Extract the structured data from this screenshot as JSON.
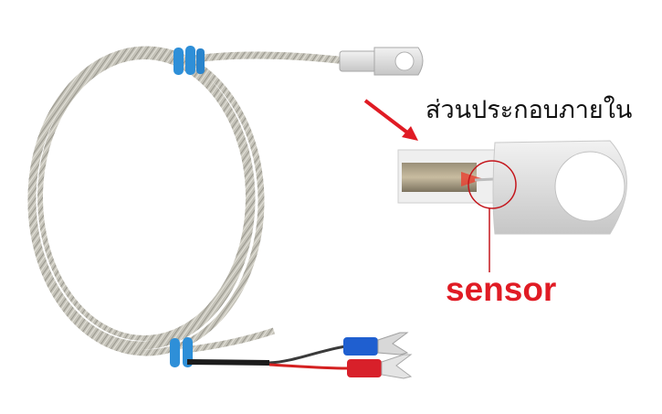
{
  "annotation": {
    "title_thai": "ส่วนประกอบภายใน",
    "sensor_label": "sensor"
  },
  "colors": {
    "background": "#ffffff",
    "cable_braid": "#b9b7ae",
    "clip_blue": "#2e8fd8",
    "terminal_blue": "#1f5fd0",
    "terminal_red": "#d8202a",
    "wire_red": "#d42020",
    "wire_black": "#1c1c1c",
    "annotation_red": "#e01b24",
    "lug_silver": "#e2e2e2"
  },
  "components": {
    "coiled_cable": "stainless braided thermocouple cable",
    "ring_lug": "ring terminal lug (top)",
    "fork_terminals": [
      "blue fork terminal",
      "red fork terminal"
    ],
    "zoom_inset": "cutaway of ring lug showing sensor",
    "arrow": "red arrow pointing to inset",
    "sensor_circle": "red circle marking sensor"
  }
}
